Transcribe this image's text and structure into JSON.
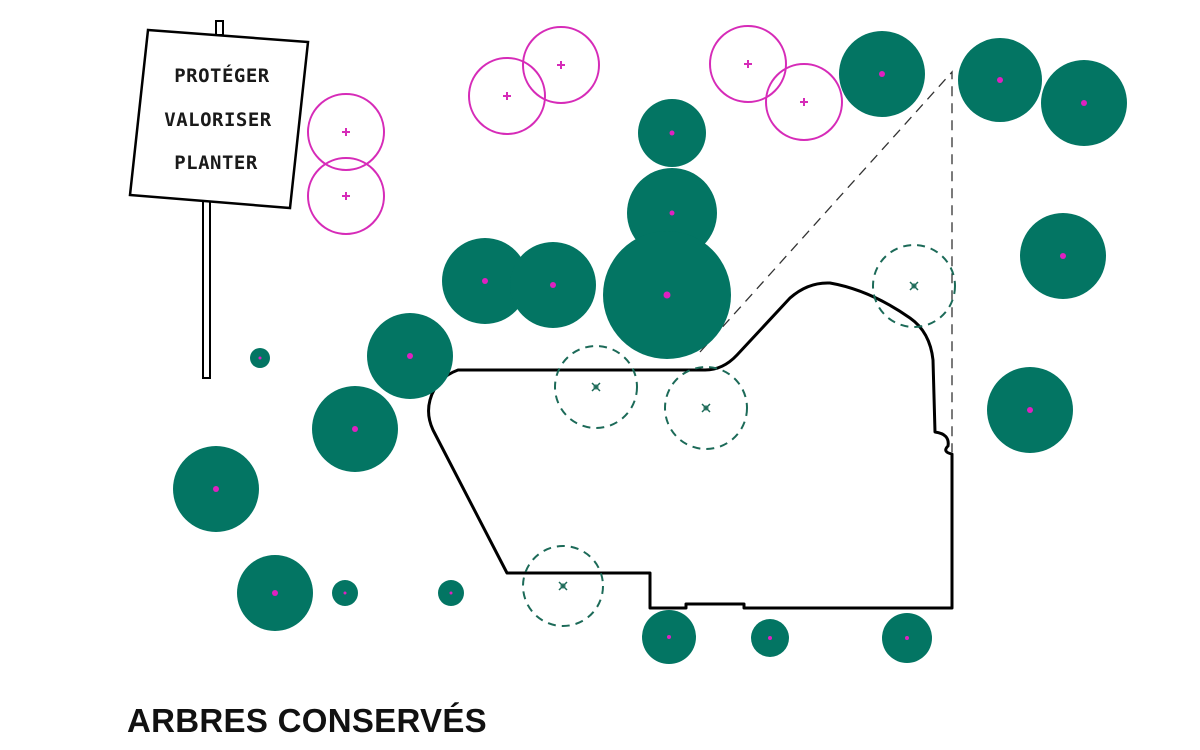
{
  "sign": {
    "lines": [
      "PROTÉGER",
      "VALORISER",
      "PLANTER"
    ]
  },
  "caption": "ARBRES CONSERVÉS",
  "colors": {
    "conserved_tree": "#037563",
    "tree_center": "#e020c0",
    "new_tree": "#d62bb8",
    "removed_tree": "#1c6a58",
    "building_outline": "#000000",
    "sight_line": "#333333"
  },
  "legend_groups": {
    "conserved": "conserved-tree",
    "planted": "planted-tree",
    "removed": "removed-tree"
  }
}
